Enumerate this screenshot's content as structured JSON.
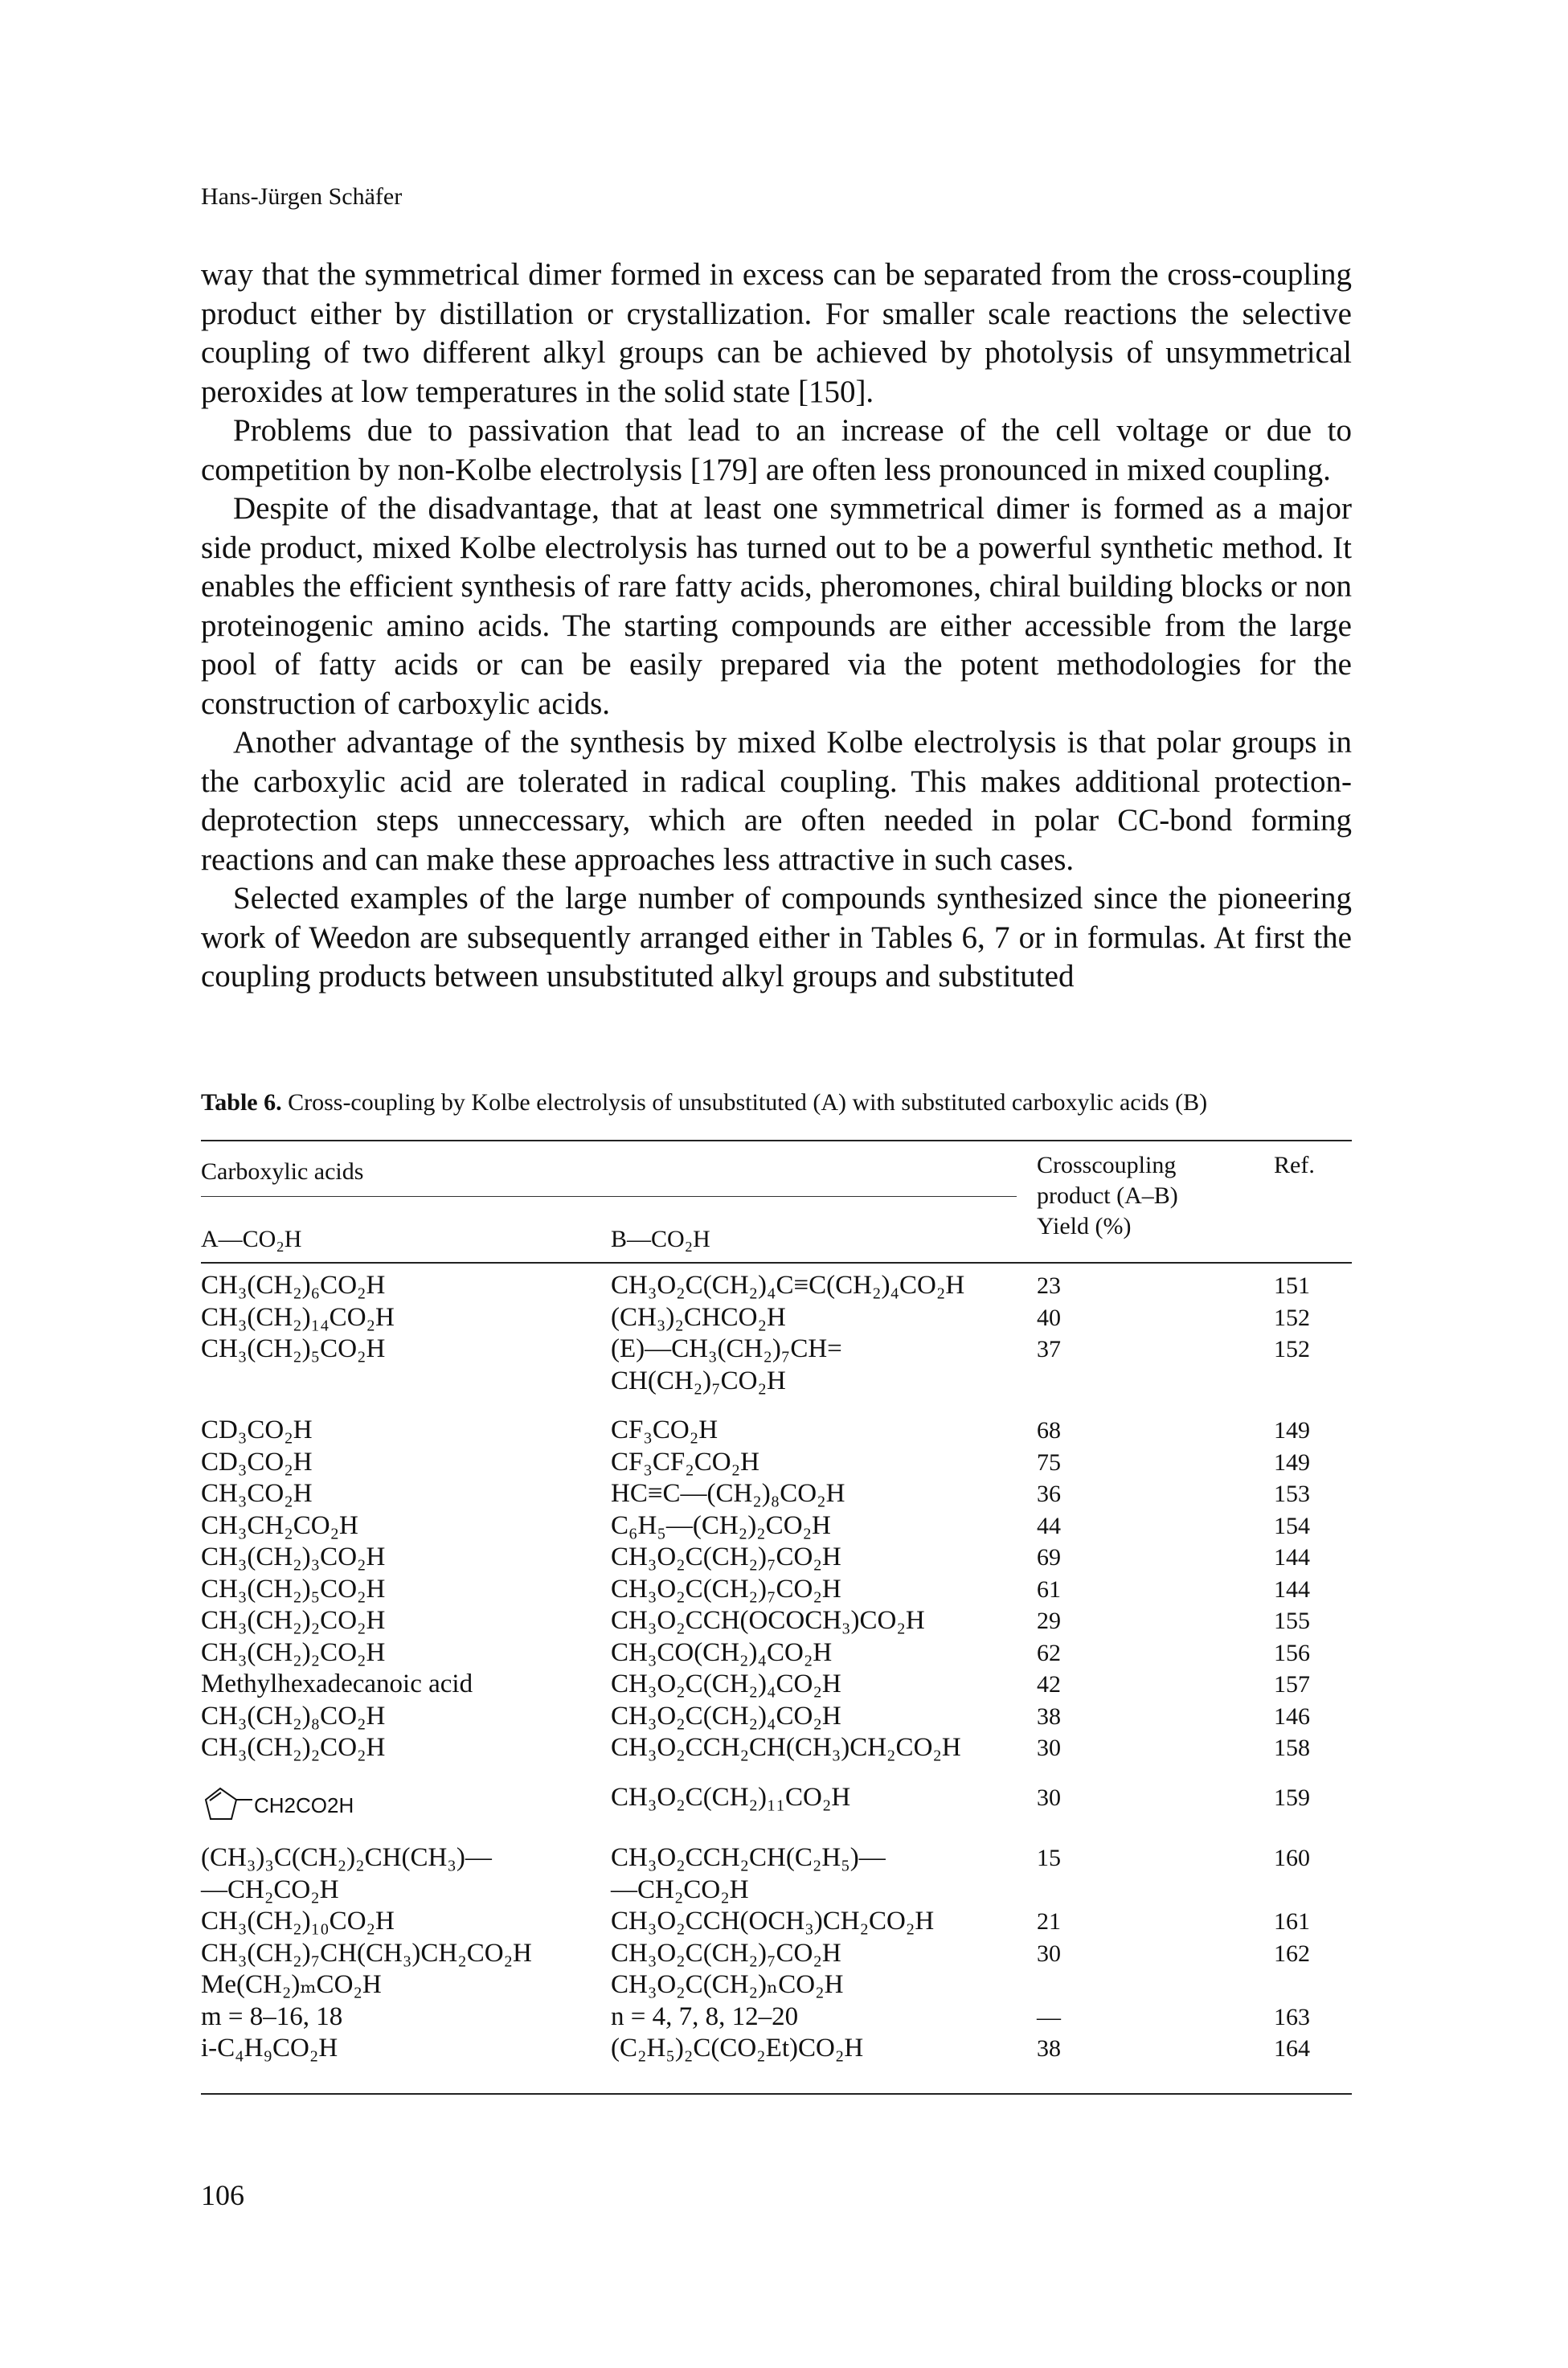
{
  "running_head": "Hans-Jürgen Schäfer",
  "paragraphs": [
    "way that the symmetrical dimer formed in excess can be separated from the cross-coupling product either by distillation or crystallization. For smaller scale reactions the selective coupling of two different alkyl groups can be achieved by photolysis of unsymmetrical peroxides at low temperatures in the solid state [150].",
    "Problems due to passivation that lead to an increase of the cell voltage or due to competition by non-Kolbe electrolysis [179] are often less pronounced in mixed coupling.",
    "Despite of the disadvantage, that at least one symmetrical dimer is formed as a major side product, mixed Kolbe electrolysis has turned out to be a powerful synthetic method. It enables the efficient synthesis of rare fatty acids, pheromones, chiral building blocks or non proteinogenic amino acids. The starting compounds are either accessible from the large pool of fatty acids or can be easily prepared via the potent methodologies for the construction of carboxylic acids.",
    "Another advantage of the synthesis by mixed Kolbe electrolysis is that polar groups in the carboxylic acid are tolerated in radical coupling. This makes additional protection-deprotection steps unneccessary, which are often needed in polar CC-bond forming reactions and can make these approaches less attractive in such cases.",
    "Selected examples of the large number of compounds synthesized since the pioneering work of Weedon are subsequently arranged either in Tables 6, 7 or in formulas. At first the coupling products between unsubstituted alkyl groups and substituted"
  ],
  "table": {
    "caption_label": "Table 6.",
    "caption_text": "Cross-coupling by Kolbe electrolysis of unsubstituted (A) with substituted carboxylic acids (B)",
    "headers": {
      "carboxylic_acids": "Carboxylic acids",
      "col_a": "A—CO₂H",
      "col_b": "B—CO₂H",
      "product_line1": "Crosscoupling",
      "product_line2": "product (A–B)",
      "product_line3": "Yield (%)",
      "ref": "Ref."
    },
    "rows": [
      {
        "a": [
          "CH₃(CH₂)₆CO₂H"
        ],
        "b": [
          "CH₃O₂C(CH₂)₄C≡C(CH₂)₄CO₂H"
        ],
        "yield": "23",
        "ref": "151"
      },
      {
        "a": [
          "CH₃(CH₂)₁₄CO₂H"
        ],
        "b": [
          "(CH₃)₂CHCO₂H"
        ],
        "yield": "40",
        "ref": "152"
      },
      {
        "a": [
          "CH₃(CH₂)₅CO₂H"
        ],
        "b": [
          "(E)—CH₃(CH₂)₇CH=",
          "CH(CH₂)₇CO₂H"
        ],
        "yield": "37",
        "ref": "152"
      },
      {
        "a": [
          "CD₃CO₂H"
        ],
        "b": [
          "CF₃CO₂H"
        ],
        "yield": "68",
        "ref": "149"
      },
      {
        "a": [
          "CD₃CO₂H"
        ],
        "b": [
          "CF₃CF₂CO₂H"
        ],
        "yield": "75",
        "ref": "149"
      },
      {
        "a": [
          "CH₃CO₂H"
        ],
        "b": [
          "HC≡C—(CH₂)₈CO₂H"
        ],
        "yield": "36",
        "ref": "153"
      },
      {
        "a": [
          "CH₃CH₂CO₂H"
        ],
        "b": [
          "C₆H₅—(CH₂)₂CO₂H"
        ],
        "yield": "44",
        "ref": "154"
      },
      {
        "a": [
          "CH₃(CH₂)₃CO₂H"
        ],
        "b": [
          "CH₃O₂C(CH₂)₇CO₂H"
        ],
        "yield": "69",
        "ref": "144"
      },
      {
        "a": [
          "CH₃(CH₂)₅CO₂H"
        ],
        "b": [
          "CH₃O₂C(CH₂)₇CO₂H"
        ],
        "yield": "61",
        "ref": "144"
      },
      {
        "a": [
          "CH₃(CH₂)₂CO₂H"
        ],
        "b": [
          "CH₃O₂CCH(OCOCH₃)CO₂H"
        ],
        "yield": "29",
        "ref": "155"
      },
      {
        "a": [
          "CH₃(CH₂)₂CO₂H"
        ],
        "b": [
          "CH₃CO(CH₂)₄CO₂H"
        ],
        "yield": "62",
        "ref": "156"
      },
      {
        "a": [
          "Methylhexadecanoic acid"
        ],
        "b": [
          "CH₃O₂C(CH₂)₄CO₂H"
        ],
        "yield": "42",
        "ref": "157"
      },
      {
        "a": [
          "CH₃(CH₂)₈CO₂H"
        ],
        "b": [
          "CH₃O₂C(CH₂)₄CO₂H"
        ],
        "yield": "38",
        "ref": "146"
      },
      {
        "a": [
          "CH₃(CH₂)₂CO₂H"
        ],
        "b": [
          "CH₃O₂CCH₂CH(CH₃)CH₂CO₂H"
        ],
        "yield": "30",
        "ref": "158"
      },
      {
        "a": [
          "CH2CO2H"
        ],
        "b": [
          "CH₃O₂C(CH₂)₁₁CO₂H"
        ],
        "yield": "30",
        "ref": "159",
        "ring": true
      },
      {
        "a": [
          "(CH₃)₃C(CH₂)₂CH(CH₃)—",
          "—CH₂CO₂H"
        ],
        "b": [
          "CH₃O₂CCH₂CH(C₂H₅)—",
          "—CH₂CO₂H"
        ],
        "yield": "15",
        "ref": "160"
      },
      {
        "a": [
          "CH₃(CH₂)₁₀CO₂H"
        ],
        "b": [
          "CH₃O₂CCH(OCH₃)CH₂CO₂H"
        ],
        "yield": "21",
        "ref": "161"
      },
      {
        "a": [
          "CH₃(CH₂)₇CH(CH₃)CH₂CO₂H"
        ],
        "b": [
          "CH₃O₂C(CH₂)₇CO₂H"
        ],
        "yield": "30",
        "ref": "162"
      },
      {
        "a": [
          "Me(CH₂)ₘCO₂H",
          "m = 8–16, 18"
        ],
        "b": [
          "CH₃O₂C(CH₂)ₙCO₂H",
          "n = 4, 7, 8, 12–20"
        ],
        "yield": "—",
        "ref": "163"
      },
      {
        "a": [
          "i-C₄H₉CO₂H"
        ],
        "b": [
          "(C₂H₅)₂C(CO₂Et)CO₂H"
        ],
        "yield": "38",
        "ref": "164"
      }
    ]
  },
  "page_number": "106"
}
